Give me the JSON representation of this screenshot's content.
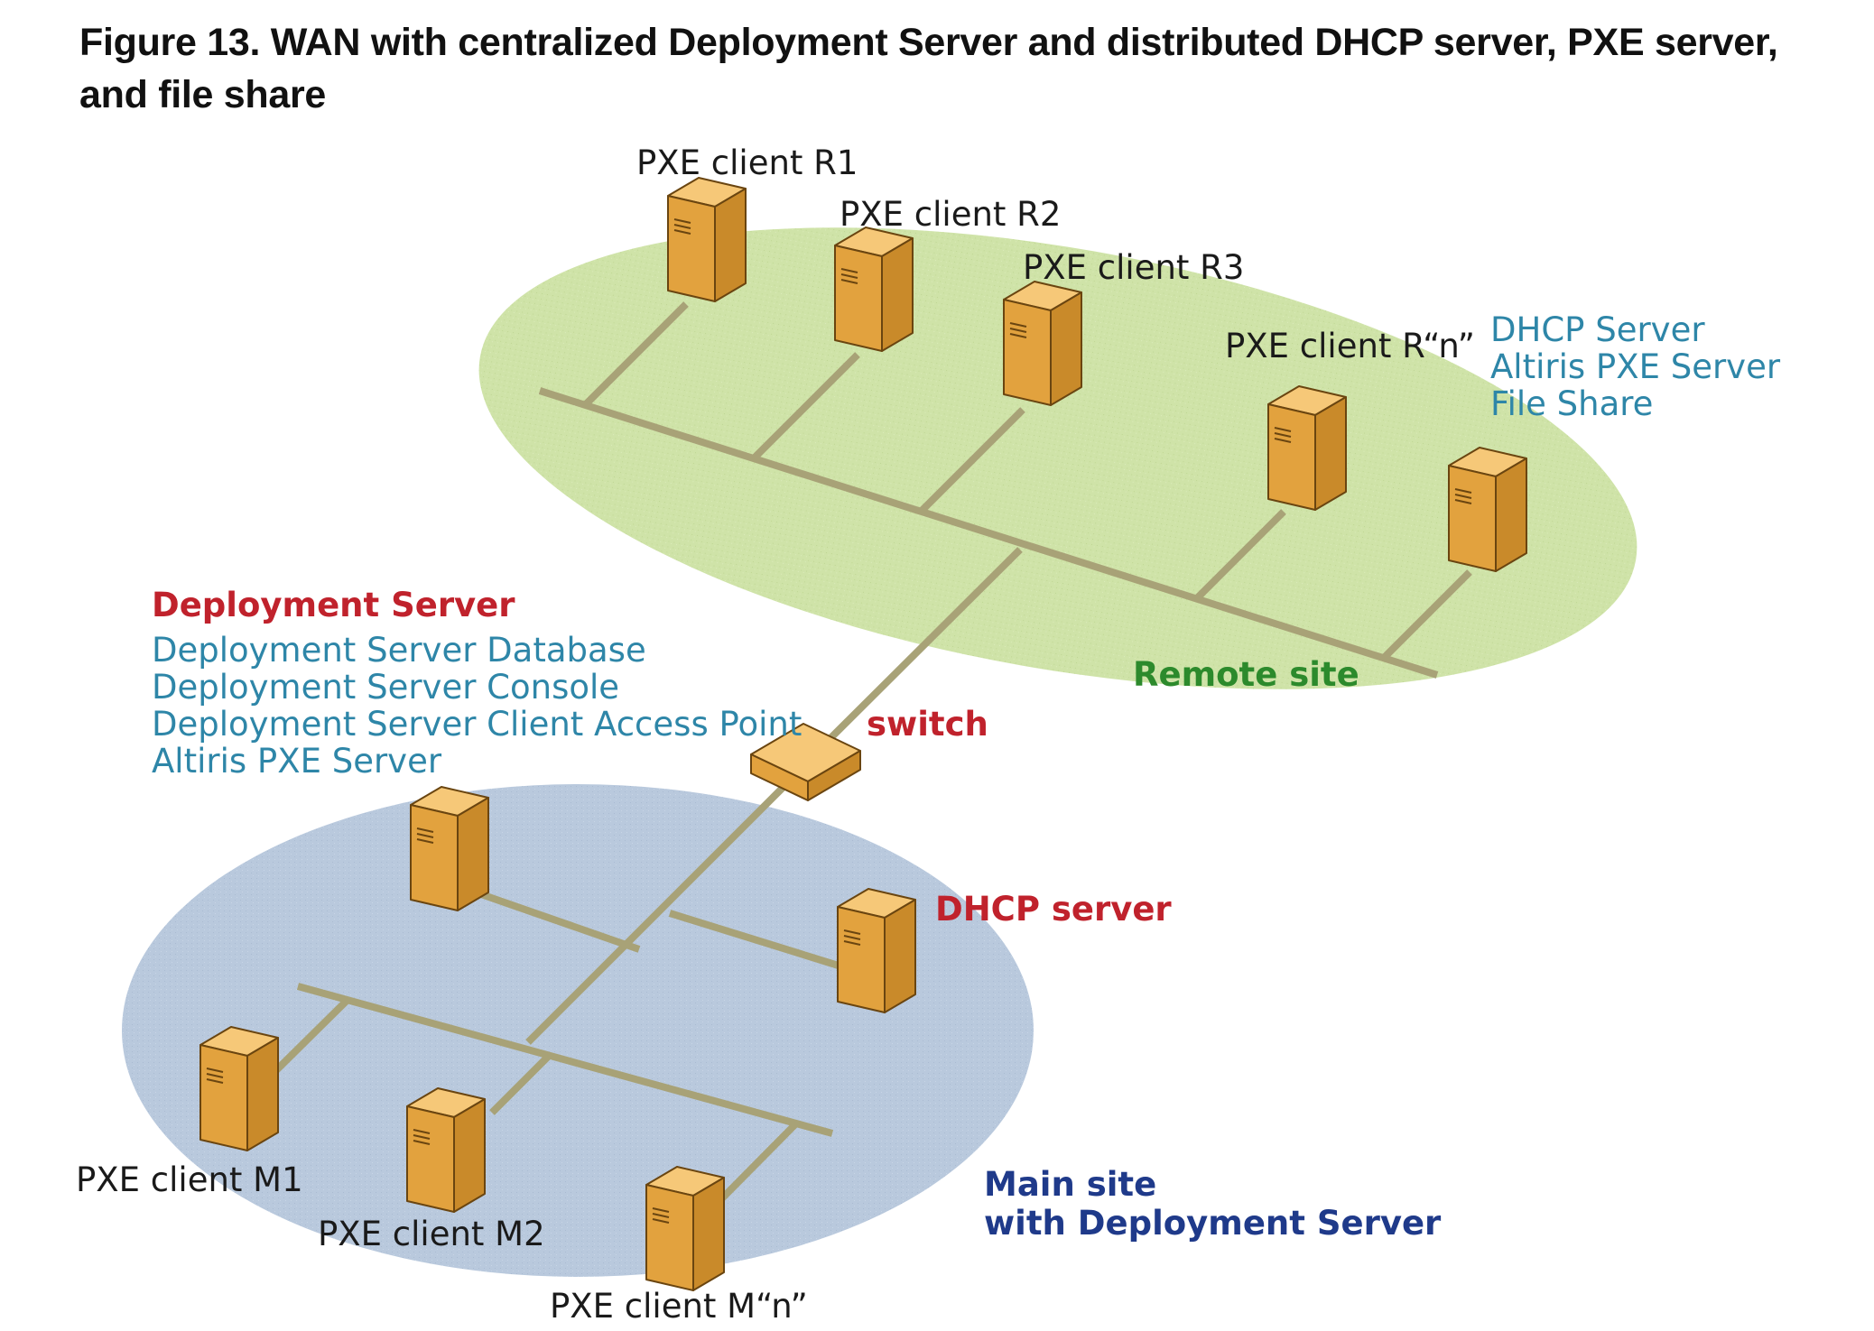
{
  "title": "Figure 13.  WAN with centralized Deployment Server and distributed DHCP server, PXE server, and file share",
  "colors": {
    "remote_site_fill": "#cfe3a8",
    "main_site_fill": "#b9c9dd",
    "bus_line": "#a8a277",
    "server_front": "#e2a23e",
    "server_top": "#f6c878",
    "server_side": "#c98a2a",
    "server_edge": "#6a4510",
    "label_dark": "#1a1a1a",
    "label_red": "#c0222c",
    "label_teal": "#2e86a8",
    "label_green": "#2c8a2c",
    "label_navy": "#1f3a8a"
  },
  "remote_site": {
    "label": "Remote site",
    "clients": [
      "PXE client R1",
      "PXE client R2",
      "PXE client R3",
      "PXE client R“n”"
    ],
    "server_roles": [
      "DHCP Server",
      "Altiris PXE Server",
      "File Share"
    ]
  },
  "switch": {
    "label": "switch"
  },
  "deployment_server": {
    "heading": "Deployment Server",
    "components": [
      "Deployment Server Database",
      "Deployment Server Console",
      "Deployment Server Client Access Point",
      "Altiris PXE Server"
    ]
  },
  "main_site": {
    "label_line1": "Main site",
    "label_line2": "with Deployment Server",
    "dhcp_label": "DHCP server",
    "clients": [
      "PXE client M1",
      "PXE client M2",
      "PXE client M“n”"
    ]
  }
}
